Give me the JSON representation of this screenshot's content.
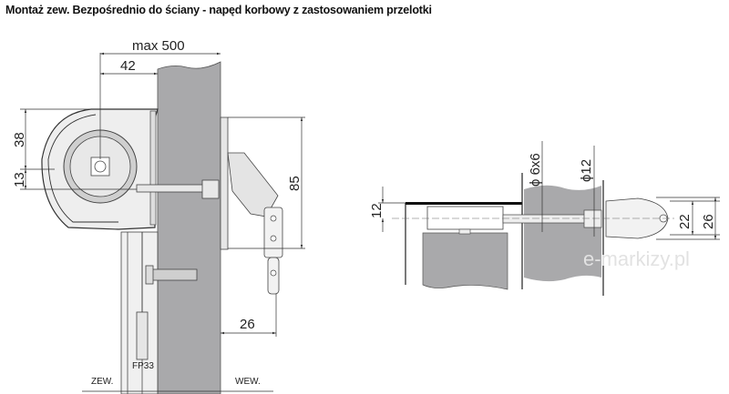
{
  "title": "Montaż zew. Bezpośrednio do ściany - napęd korbowy z zastosowaniem przelotki",
  "side_view": {
    "dims": {
      "max": "max 500",
      "d42": "42",
      "d38": "38",
      "d13": "13",
      "d85": "85",
      "d26": "26"
    },
    "labels": {
      "fp": "FP33",
      "outside": "ZEW.",
      "inside": "WEW."
    }
  },
  "front_view": {
    "dims": {
      "d12": "12",
      "phi6": "ϕ 6x6",
      "phi12": "ϕ12",
      "d22": "22",
      "d26": "26"
    }
  },
  "watermark": "e-markizy.pl",
  "colors": {
    "wall": "#a9a9ab",
    "part": "#d9d9d9",
    "line": "#333333"
  }
}
